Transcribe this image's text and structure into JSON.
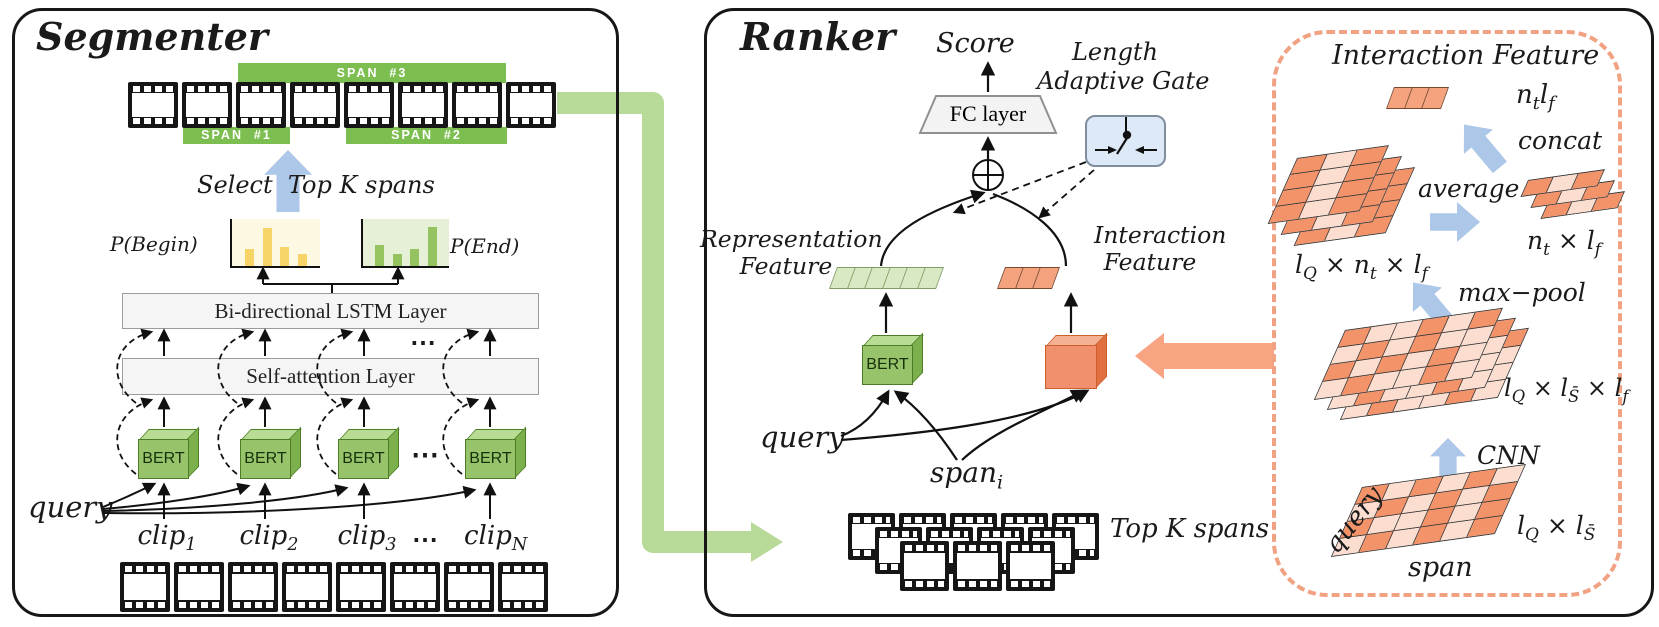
{
  "colors": {
    "span-green": "#7cbe50",
    "pipe-green": "#b8da99",
    "arrow-blue": "#adc7e8",
    "arrow-orange": "#f7a483",
    "bar-yellow": "#f6d468",
    "bg-yellow": "#fdf8e1",
    "bar-green": "#94c35f",
    "bg-green": "#e6f0d7",
    "bert-face": "#97c46b",
    "bert-top": "#b9dc95",
    "bert-side": "#7bb04d",
    "bert-edge": "#4c7c26",
    "cube-face": "#f0906c",
    "cube-top": "#f5b194",
    "cube-side": "#e0703f",
    "cube-edge": "#cd5f2b",
    "rep-fill": "#d9e9c3",
    "rep-edge": "#7f9e63",
    "int-fill": "#f5a37f",
    "cell-o": "#f2936a",
    "cell-l": "#fbded0",
    "dash-border": "#f1a283",
    "gate-fill": "#dde9f7",
    "gate-edge": "#7e8e9e",
    "box-fill": "#f5f5f5",
    "box-edge": "#9c9c9c"
  },
  "segmenter": {
    "title": "Segmenter",
    "span1": "SPAN  #1",
    "span2": "SPAN  #2",
    "span3": "SPAN  #3",
    "select_label": "Select  Top K spans",
    "p_begin": "P(Begin)",
    "p_end": "P(End)",
    "begin_bars": [
      37,
      81,
      40,
      26
    ],
    "end_bars": [
      44,
      25,
      37,
      83
    ],
    "lstm": "Bi-directional LSTM Layer",
    "attn": "Self-attention Layer",
    "dots": "⋯",
    "bert": "BERT",
    "query": "query",
    "clip1": "clip<sub>1</sub>",
    "clip2": "clip<sub>2</sub>",
    "clip3": "clip<sub>3</sub>",
    "clipN": "clip<sub>N</sub>",
    "top_frames": 8,
    "bottom_frames": 8
  },
  "ranker": {
    "title": "Ranker",
    "score": "Score",
    "fc": "FC layer",
    "gate_line1": "Length",
    "gate_line2": "Adaptive Gate",
    "rep_line1": "Representation",
    "rep_line2": "Feature",
    "int_line1": "Interaction",
    "int_line2": "Feature",
    "bert": "BERT",
    "query": "query",
    "span_i": "span<sub>i</sub>",
    "topk": "Top K spans",
    "stack": [
      5,
      4,
      3
    ]
  },
  "panel": {
    "title": "Interaction Feature",
    "ntlf": "n<sub>t</sub>l<sub>f</sub>",
    "concat": "concat",
    "average": "average",
    "maxpool": "max−pool",
    "cnn": "CNN",
    "lq_nt_lf": "l<sub>Q</sub> × n<sub>t</sub> × l<sub>f</sub>",
    "nt_lf": "n<sub>t</sub> × l<sub>f</sub>",
    "lq_ls_lf": "l<sub>Q</sub> × l<sub>S̄</sub> × l<sub>f</sub>",
    "lq_ls": "l<sub>Q</sub> × l<sub>S̄</sub>",
    "query": "query",
    "span": "span",
    "gridA": [
      "OLO",
      "OLO",
      "OLO",
      "OLO"
    ],
    "gridB": [
      "OLO"
    ],
    "gridC": [
      "OLLOLO",
      "LOLOLL",
      "OLOLOL",
      "LOLLOL"
    ],
    "gridD": [
      "OLOLOL",
      "LOLOLO",
      "OLLOLO",
      "LOLOLO"
    ]
  }
}
